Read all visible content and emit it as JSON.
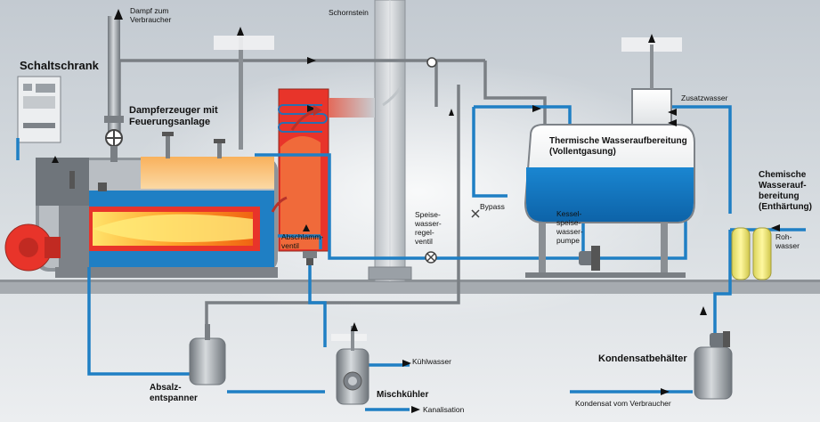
{
  "labels": {
    "schaltschrank": "Schaltschrank",
    "dampf_line1": "Dampf zum",
    "dampf_line2": "Verbraucher",
    "schornstein": "Schornstein",
    "dampferzeuger_line1": "Dampferzeuger mit",
    "dampferzeuger_line2": "Feuerungsanlage",
    "thermische_line1": "Thermische Wasseraufbereitung",
    "thermische_line2": "(Vollentgasung)",
    "zusatzwasser": "Zusatzwasser",
    "bypass": "Bypass",
    "speise_line1": "Speise-",
    "speise_line2": "wasser-",
    "speise_line3": "regel-",
    "speise_line4": "ventil",
    "kessel_line1": "Kessel-",
    "kessel_line2": "speise-",
    "kessel_line3": "wasser-",
    "kessel_line4": "pumpe",
    "chemische_line1": "Chemische",
    "chemische_line2": "Wasserauf-",
    "chemische_line3": "bereitung",
    "chemische_line4": "(Enthärtung)",
    "rohwasser_line1": "Roh-",
    "rohwasser_line2": "wasser",
    "abschlamm_line1": "Abschlamm-",
    "abschlamm_line2": "ventil",
    "absalz_line1": "Absalz-",
    "absalz_line2": "entspanner",
    "kuehlwasser": "Kühlwasser",
    "mischkuehler": "Mischkühler",
    "kanalisation": "Kanalisation",
    "kondensatbehaelter": "Kondensatbehälter",
    "kondensat_verbraucher": "Kondensat vom Verbraucher"
  },
  "colors": {
    "background_top": "#c7ced4",
    "background_bottom": "#e9ecef",
    "floor": "#a6abb0",
    "water_blue": "#1f7fc4",
    "pipe_grey": "#7a7f84",
    "flame": "#ff7a1a",
    "furnace_red": "#e8342a",
    "steel": "#9aa0a6"
  },
  "icons": [
    "arrow-icon",
    "valve-icon",
    "pump-icon",
    "burner-fan-icon",
    "gauge-icon",
    "sight-glass-icon"
  ]
}
